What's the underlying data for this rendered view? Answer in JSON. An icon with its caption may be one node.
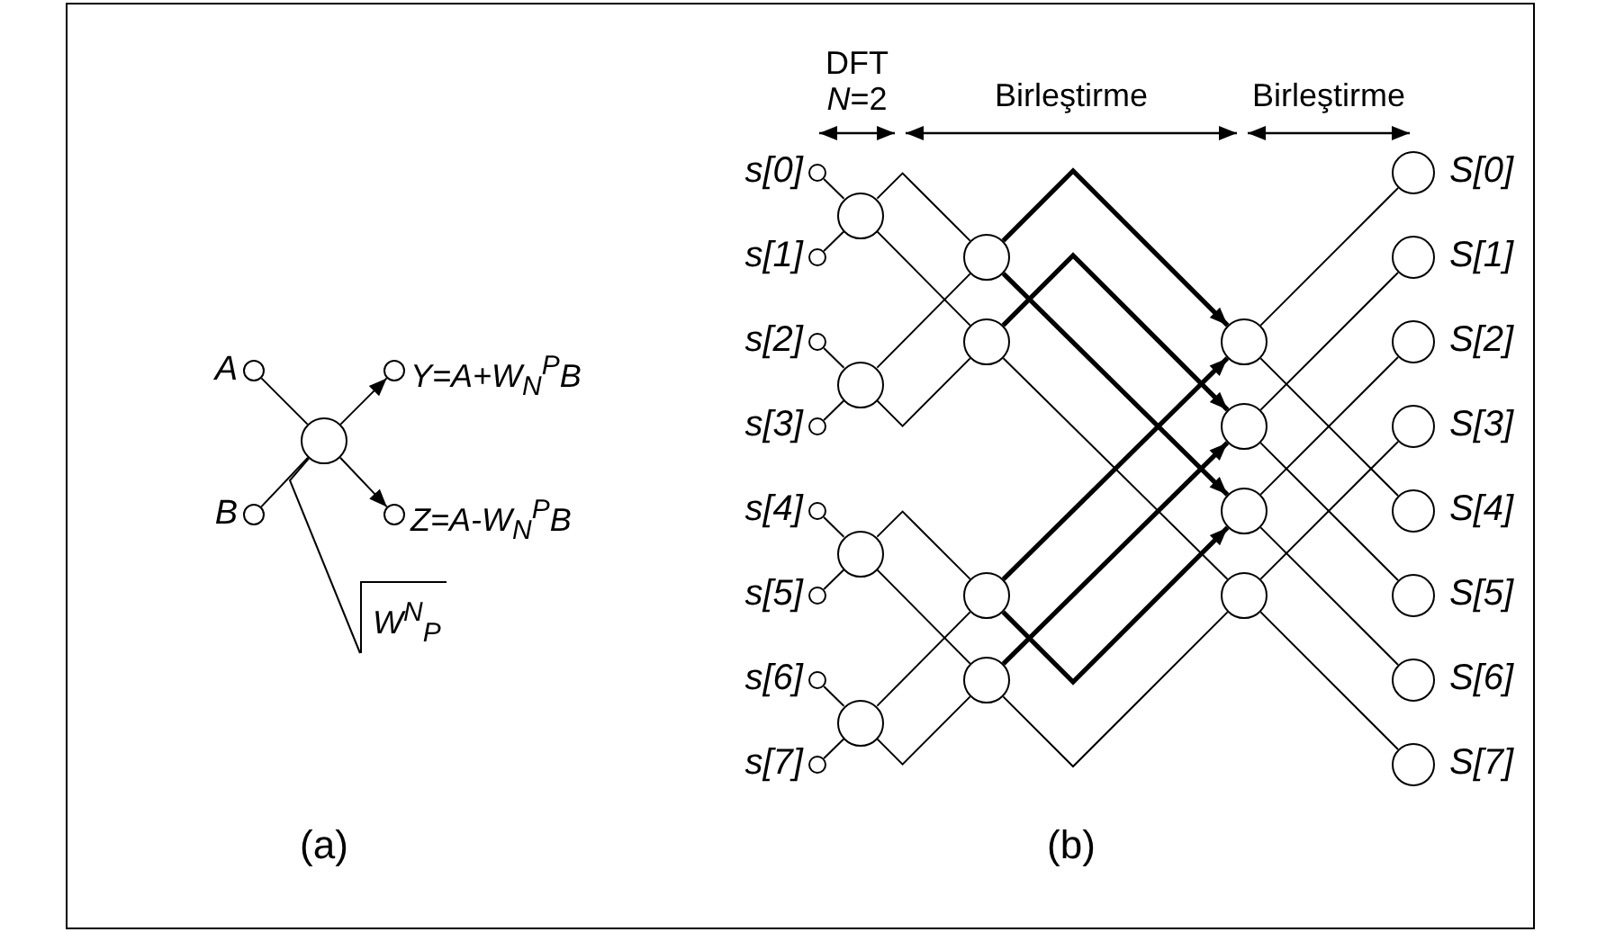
{
  "diagram": {
    "nodes": [
      {
        "text": [],
        "shape": "circle",
        "beside": [
          "A"
        ]
      },
      {
        "text": [],
        "shape": "circle",
        "beside": [
          "Y=A+W$_{N}$$^{P}$B"
        ]
      },
      {
        "text": [],
        "shape": "circle"
      },
      {
        "text": [],
        "shape": "circle",
        "beside": [
          "B"
        ]
      },
      {
        "text": [],
        "shape": "circle",
        "beside": [
          "Z=A-W$_{N}$$^{P}$B"
        ]
      },
      {
        "text": [
          "W$^{N}$$_{P}$"
        ]
      },
      {
        "text": [],
        "shape": "circle",
        "beside": [
          "s[0]"
        ]
      },
      {
        "text": [],
        "shape": "circle",
        "beside": [
          "s[1]"
        ]
      },
      {
        "text": [],
        "shape": "circle",
        "beside": [
          "s[2]"
        ]
      },
      {
        "text": [],
        "shape": "circle",
        "beside": [
          "s[3]"
        ]
      },
      {
        "text": [],
        "shape": "circle",
        "beside": [
          "s[4]"
        ]
      },
      {
        "text": [],
        "shape": "circle",
        "beside": [
          "s[5]"
        ]
      },
      {
        "text": [],
        "shape": "circle",
        "beside": [
          "s[6]"
        ]
      },
      {
        "text": [],
        "shape": "circle",
        "beside": [
          "s[7]"
        ]
      },
      {
        "text": [],
        "shape": "circle"
      },
      {
        "text": [],
        "shape": "circle"
      },
      {
        "text": [],
        "shape": "circle"
      },
      {
        "text": [],
        "shape": "circle"
      },
      {
        "text": [],
        "shape": "circle"
      },
      {
        "text": [],
        "shape": "circle"
      },
      {
        "text": [],
        "shape": "circle"
      },
      {
        "text": [],
        "shape": "circle"
      },
      {
        "text": [],
        "shape": "circle"
      },
      {
        "text": [],
        "shape": "circle"
      },
      {
        "text": [],
        "shape": "circle"
      },
      {
        "text": [],
        "shape": "circle"
      },
      {
        "text": [],
        "shape": "circle",
        "beside": [
          "S[0]"
        ]
      },
      {
        "text": [],
        "shape": "circle",
        "beside": [
          "S[1]"
        ]
      },
      {
        "text": [],
        "shape": "circle",
        "beside": [
          "S[2]"
        ]
      },
      {
        "text": [],
        "shape": "circle",
        "beside": [
          "S[3]"
        ]
      },
      {
        "text": [],
        "shape": "circle",
        "beside": [
          "S[4]"
        ]
      },
      {
        "text": [],
        "shape": "circle",
        "beside": [
          "S[5]"
        ]
      },
      {
        "text": [],
        "shape": "circle",
        "beside": [
          "S[6]"
        ]
      },
      {
        "text": [],
        "shape": "circle",
        "beside": [
          "S[7]"
        ]
      }
    ],
    "edges": [
      {
        "from": 0,
        "to": 2,
        "arrow": "none"
      },
      {
        "from": 3,
        "to": 2,
        "arrow": "none"
      },
      {
        "from": 2,
        "to": 1,
        "arrow": "to"
      },
      {
        "from": 2,
        "to": 4,
        "arrow": "to"
      },
      {
        "from": 5,
        "to": 2,
        "arrow": "none"
      },
      {
        "from": 6,
        "to": 14,
        "arrow": "none"
      },
      {
        "from": 7,
        "to": 14,
        "arrow": "none"
      },
      {
        "from": 8,
        "to": 15,
        "arrow": "none"
      },
      {
        "from": 9,
        "to": 15,
        "arrow": "none"
      },
      {
        "from": 10,
        "to": 16,
        "arrow": "none"
      },
      {
        "from": 11,
        "to": 16,
        "arrow": "none"
      },
      {
        "from": 12,
        "to": 17,
        "arrow": "none"
      },
      {
        "from": 13,
        "to": 17,
        "arrow": "none"
      },
      {
        "from": 14,
        "to": 18,
        "arrow": "none"
      },
      {
        "from": 14,
        "to": 19,
        "arrow": "none"
      },
      {
        "from": 15,
        "to": 18,
        "arrow": "none"
      },
      {
        "from": 15,
        "to": 19,
        "arrow": "none"
      },
      {
        "from": 16,
        "to": 20,
        "arrow": "none"
      },
      {
        "from": 16,
        "to": 21,
        "arrow": "none"
      },
      {
        "from": 17,
        "to": 20,
        "arrow": "none"
      },
      {
        "from": 17,
        "to": 21,
        "arrow": "none"
      },
      {
        "from": 18,
        "to": 22,
        "arrow": "to",
        "style": "thick"
      },
      {
        "from": 18,
        "to": 24,
        "arrow": "to",
        "style": "thick"
      },
      {
        "from": 19,
        "to": 23,
        "arrow": "to",
        "style": "thick"
      },
      {
        "from": 19,
        "to": 25,
        "arrow": "none"
      },
      {
        "from": 20,
        "to": 22,
        "arrow": "to",
        "style": "thick"
      },
      {
        "from": 20,
        "to": 24,
        "arrow": "to",
        "style": "thick"
      },
      {
        "from": 21,
        "to": 23,
        "arrow": "to",
        "style": "thick"
      },
      {
        "from": 21,
        "to": 25,
        "arrow": "none"
      },
      {
        "from": 22,
        "to": 26,
        "arrow": "none"
      },
      {
        "from": 22,
        "to": 30,
        "arrow": "none"
      },
      {
        "from": 23,
        "to": 27,
        "arrow": "none"
      },
      {
        "from": 23,
        "to": 31,
        "arrow": "none"
      },
      {
        "from": 24,
        "to": 28,
        "arrow": "none"
      },
      {
        "from": 24,
        "to": 32,
        "arrow": "none"
      },
      {
        "from": 25,
        "to": 29,
        "arrow": "none"
      },
      {
        "from": 25,
        "to": 33,
        "arrow": "none"
      }
    ],
    "labels": [
      "DFT *N*=2",
      "Birleştirme",
      "Birleştirme",
      "(a)",
      "(b)"
    ]
  }
}
